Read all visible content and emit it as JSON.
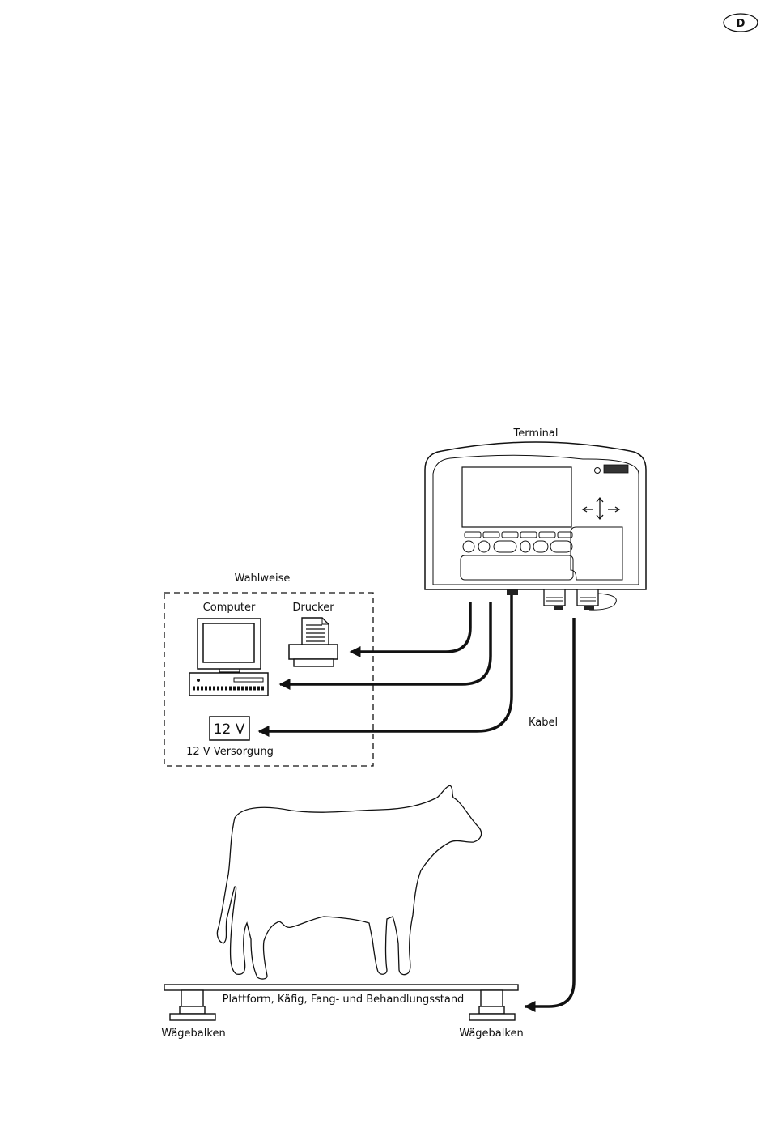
{
  "language_badge": "D",
  "labels": {
    "terminal": "Terminal",
    "optional": "Wahlweise",
    "computer": "Computer",
    "printer": "Drucker",
    "power_box": "12 V",
    "power_supply": "12 V Versorgung",
    "cable": "Kabel",
    "platform": "Plattform, Käfig, Fang- und Behandlungsstand",
    "load_bar_left": "Wägebalken",
    "load_bar_right": "Wägebalken"
  }
}
